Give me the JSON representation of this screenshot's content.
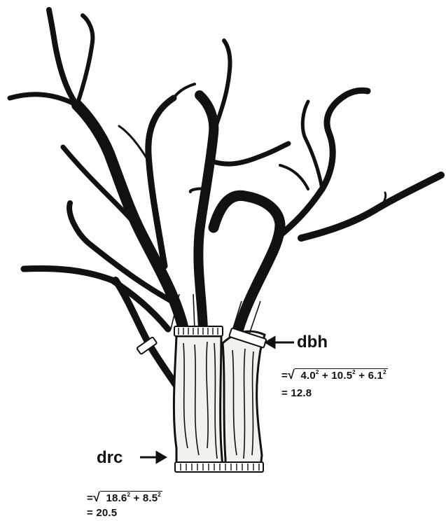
{
  "labels": {
    "dbh": "dbh",
    "drc": "drc",
    "dbh_formula": {
      "prefix": "=",
      "radical": "√",
      "terms": [
        "4.0",
        "10.5",
        "6.1"
      ],
      "exponent": "2",
      "operator": "+",
      "result": "= 12.8"
    },
    "drc_formula": {
      "prefix": "=",
      "radical": "√",
      "terms": [
        "18.6",
        "8.5"
      ],
      "exponent": "2",
      "operator": "+",
      "result": "= 20.5"
    }
  },
  "colors": {
    "ink": "#111111",
    "bark_light": "#f3f1ec",
    "background": "#ffffff"
  }
}
